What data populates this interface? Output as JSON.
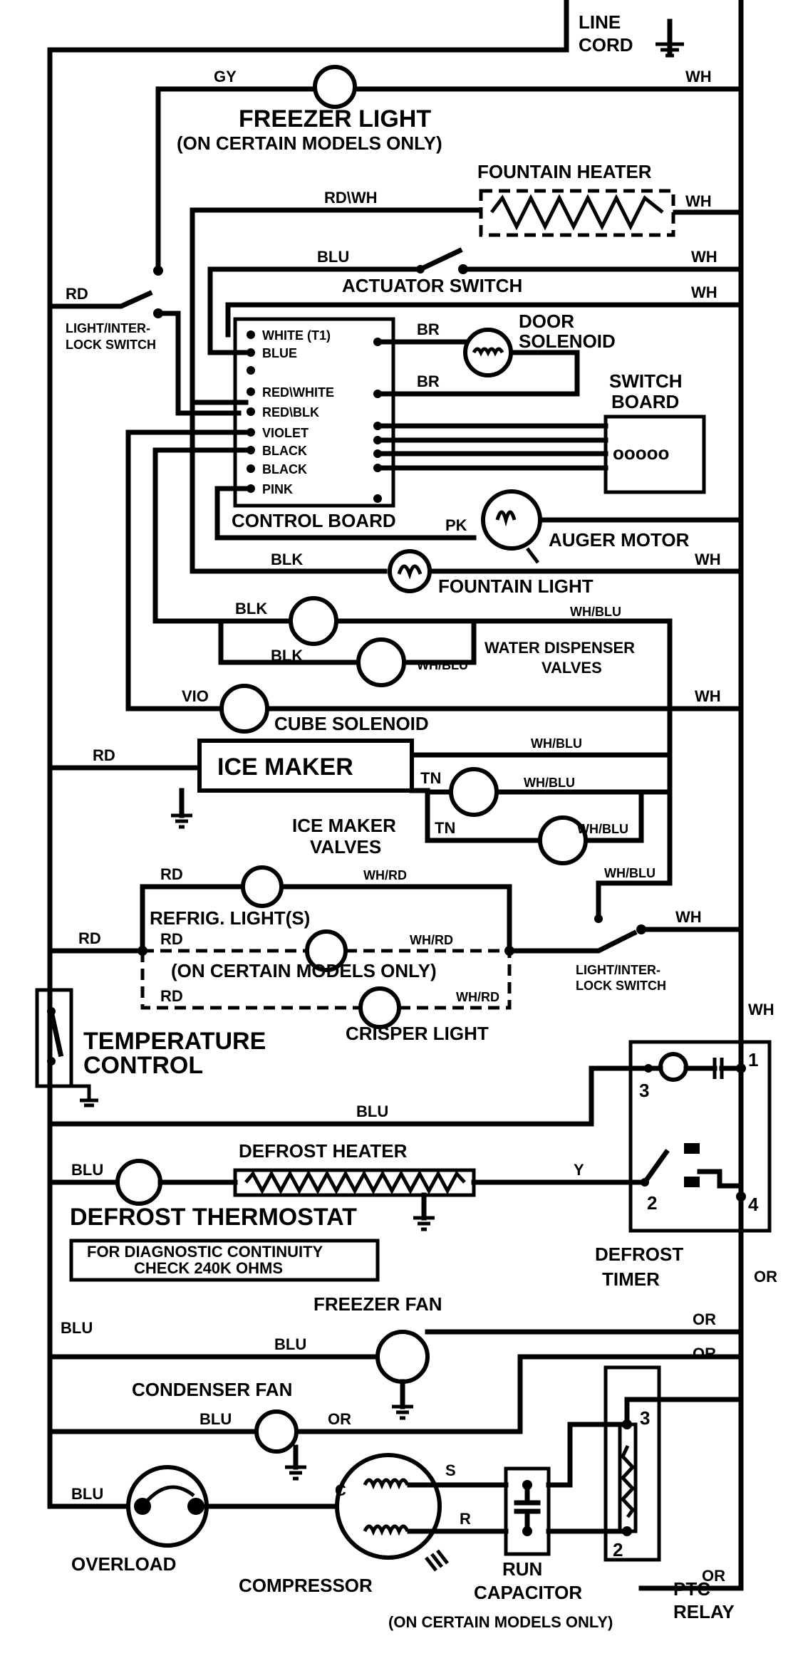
{
  "line_cord": {
    "line1": "LINE",
    "line2": "CORD"
  },
  "wires": {
    "gy": "GY",
    "wh": "WH",
    "rdwh": "RD\\WH",
    "blu": "BLU",
    "rd": "RD",
    "br": "BR",
    "pk": "PK",
    "blk": "BLK",
    "whblu": "WH/BLU",
    "vio": "VIO",
    "tn": "TN",
    "whrd": "WH/RD",
    "y": "Y",
    "or": "OR",
    "s": "S",
    "r": "R",
    "c": "C"
  },
  "labels": {
    "freezer_light": "FREEZER LIGHT",
    "certain_models_1": "(ON CERTAIN MODELS ONLY)",
    "fountain_heater": "FOUNTAIN HEATER",
    "actuator_switch": "ACTUATOR SWITCH",
    "light_interlock_1a": "LIGHT/INTER-",
    "light_interlock_1b": "LOCK SWITCH",
    "door_solenoid_1": "DOOR",
    "door_solenoid_2": "SOLENOID",
    "switch_board_1": "SWITCH",
    "switch_board_2": "BOARD",
    "switch_board_dots": "ooooo",
    "control_board": "CONTROL BOARD",
    "auger_motor": "AUGER MOTOR",
    "fountain_light": "FOUNTAIN LIGHT",
    "water_valves_1": "WATER DISPENSER",
    "water_valves_2": "VALVES",
    "cube_solenoid": "CUBE SOLENOID",
    "ice_maker": "ICE MAKER",
    "ice_maker_valves_1": "ICE MAKER",
    "ice_maker_valves_2": "VALVES",
    "refrig_lights": "REFRIG. LIGHT(S)",
    "certain_models_2": "(ON CERTAIN MODELS ONLY)",
    "crisper_light": "CRISPER LIGHT",
    "light_interlock_2a": "LIGHT/INTER-",
    "light_interlock_2b": "LOCK SWITCH",
    "temperature_control_1": "TEMPERATURE",
    "temperature_control_2": "CONTROL",
    "defrost_heater": "DEFROST HEATER",
    "defrost_thermostat": "DEFROST THERMOSTAT",
    "diag_1": "FOR DIAGNOSTIC CONTINUITY",
    "diag_2": "CHECK 240K OHMS",
    "defrost_timer_1": "DEFROST",
    "defrost_timer_2": "TIMER",
    "freezer_fan": "FREEZER FAN",
    "condenser_fan": "CONDENSER FAN",
    "overload": "OVERLOAD",
    "compressor": "COMPRESSOR",
    "run_capacitor_1": "RUN",
    "run_capacitor_2": "CAPACITOR",
    "certain_models_3": "(ON CERTAIN MODELS ONLY)",
    "ptc_relay_1": "PTC",
    "ptc_relay_2": "RELAY"
  },
  "control_board_pins": [
    "WHITE (T1)",
    "BLUE",
    "",
    "RED\\WHITE",
    "RED\\BLK",
    "VIOLET",
    "BLACK",
    "BLACK",
    "PINK"
  ],
  "timer_terminals": {
    "t1": "1",
    "t2": "2",
    "t3": "3",
    "t4": "4"
  },
  "relay_terminals": {
    "t2": "2",
    "t3": "3"
  }
}
